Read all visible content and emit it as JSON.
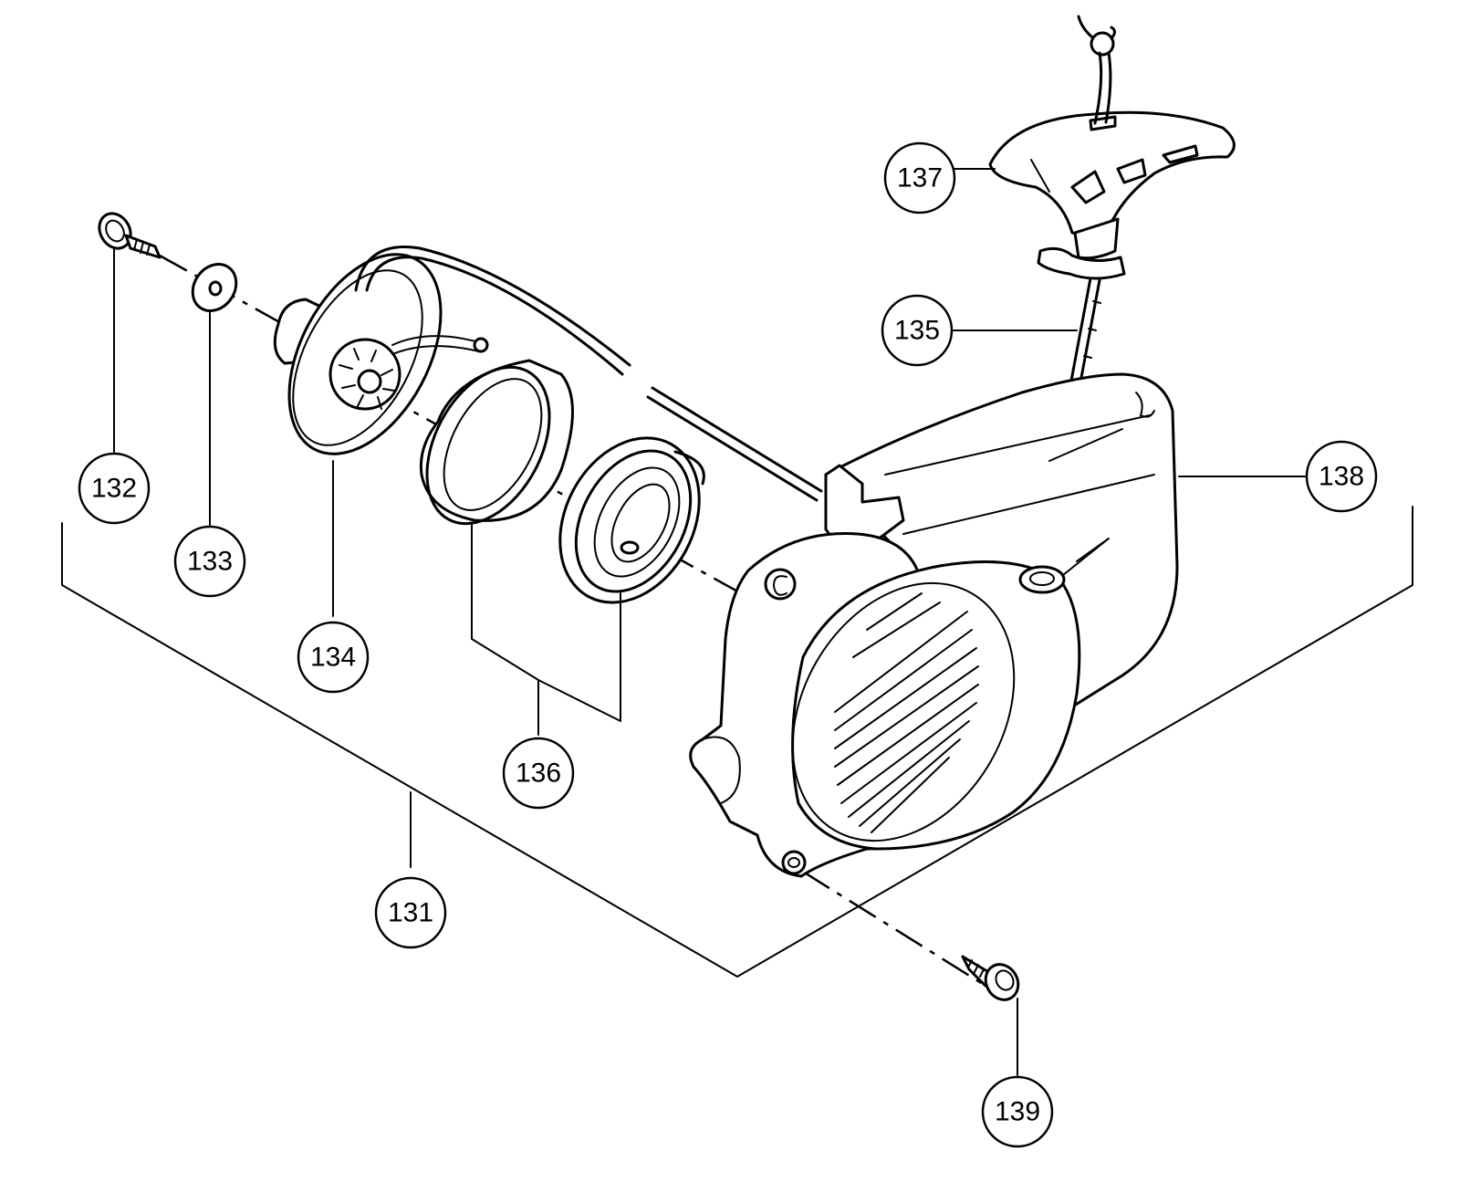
{
  "colors": {
    "ink": "#000000",
    "paper": "#ffffff"
  },
  "callouts": [
    {
      "id": "131",
      "label": "131"
    },
    {
      "id": "132",
      "label": "132"
    },
    {
      "id": "133",
      "label": "133"
    },
    {
      "id": "134",
      "label": "134"
    },
    {
      "id": "135",
      "label": "135"
    },
    {
      "id": "136",
      "label": "136"
    },
    {
      "id": "137",
      "label": "137"
    },
    {
      "id": "138",
      "label": "138"
    },
    {
      "id": "139",
      "label": "139"
    }
  ]
}
